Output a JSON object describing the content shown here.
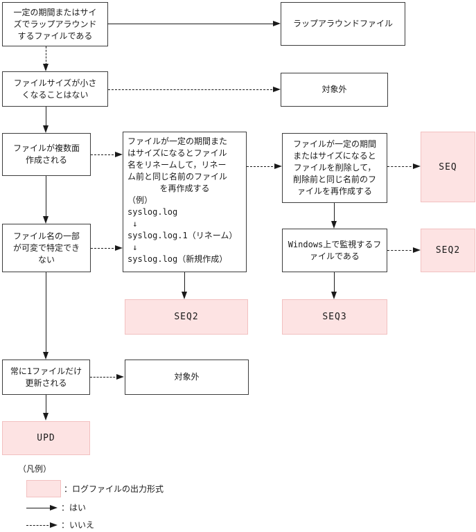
{
  "diagram": {
    "boxes": {
      "wrap_condition": {
        "text": "一定の期間またはサイ\nズでラップアラウンド\nするファイルである"
      },
      "wraparound_file": {
        "text": "ラップアラウンドファイル"
      },
      "size_no_shrink": {
        "text": "ファイルサイズが小さ\nくなることはない"
      },
      "out_of_scope_top": {
        "text": "対象外"
      },
      "multiple_files": {
        "text": "ファイルが複数面\n作成される"
      },
      "rename_box": {
        "para": "ファイルが一定の期間また\nはサイズになるとファイル\n名をリネームして，リネー\nム前と同じ名前のファイル",
        "center_line": "を再作成する",
        "example": "（例）\nsyslog.log\n ↓\nsyslog.log.1（リネーム）\n ↓\nsyslog.log（新規作成）"
      },
      "delete_box": {
        "text": "ファイルが一定の期間\nまたはサイズになると\nファイルを削除して，\n削除前と同じ名前のフ\nァイルを再作成する"
      },
      "seq": {
        "text": "SEQ"
      },
      "filename_variable": {
        "text": "ファイル名の一部\nが可変で特定でき\nない"
      },
      "windows_monitor": {
        "text": "Windows上で監視するフ\nァイルである"
      },
      "seq2_right": {
        "text": "SEQ2"
      },
      "seq2_mid": {
        "text": "SEQ2"
      },
      "seq3": {
        "text": "SEQ3"
      },
      "always_one_file": {
        "text": "常に1ファイルだけ\n更新される"
      },
      "out_of_scope_bottom": {
        "text": "対象外"
      },
      "upd": {
        "text": "UPD"
      }
    },
    "legend": {
      "title": "（凡例）",
      "swatch_label": "：ログファイルの出力形式",
      "yes_label": "：はい",
      "no_label": "：いいえ"
    },
    "colors": {
      "pink_fill": "#fde3e3",
      "pink_border": "#f2c0c0",
      "box_border": "#3c3c3c",
      "arrow": "#1a1a1a"
    }
  }
}
